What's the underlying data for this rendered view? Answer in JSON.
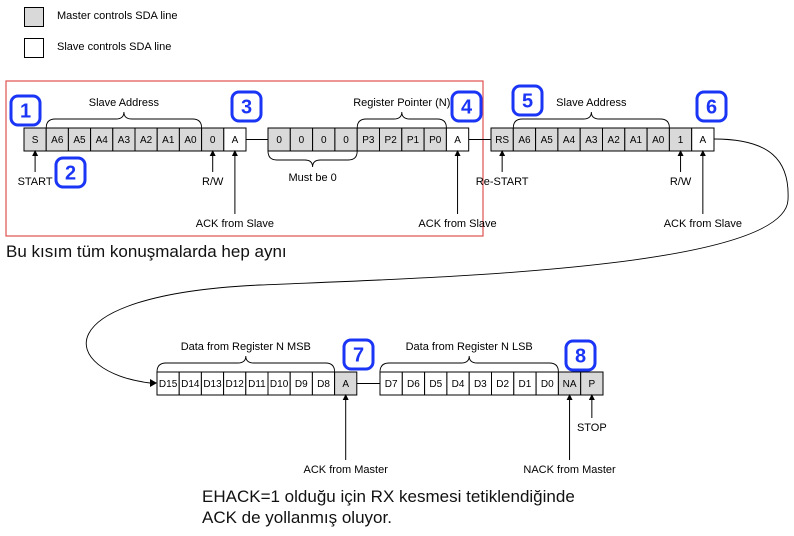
{
  "colors": {
    "master": "#d9d9d9",
    "slave": "#ffffff",
    "badge": "#1a35f5",
    "highlight_box": "#e05050"
  },
  "legend": [
    {
      "label": "Master controls SDA line",
      "controller": "master"
    },
    {
      "label": "Slave controls SDA line",
      "controller": "slave"
    }
  ],
  "rows": [
    {
      "groups": [
        {
          "cells": [
            {
              "text": "S",
              "controller": "master"
            },
            {
              "text": "A6",
              "controller": "master"
            },
            {
              "text": "A5",
              "controller": "master"
            },
            {
              "text": "A4",
              "controller": "master"
            },
            {
              "text": "A3",
              "controller": "master"
            },
            {
              "text": "A2",
              "controller": "master"
            },
            {
              "text": "A1",
              "controller": "master"
            },
            {
              "text": "A0",
              "controller": "master"
            },
            {
              "text": "0",
              "controller": "master"
            },
            {
              "text": "A",
              "controller": "slave"
            }
          ],
          "braces_above": [
            {
              "from": 1,
              "to": 7,
              "label": "Slave Address"
            }
          ],
          "braces_below": [],
          "pointers": [
            {
              "cell": 0,
              "label": "START",
              "depth": "short"
            },
            {
              "cell": 8,
              "label": "R/W",
              "depth": "short"
            },
            {
              "cell": 9,
              "label": "ACK from Slave",
              "depth": "long"
            }
          ]
        },
        {
          "cells": [
            {
              "text": "0",
              "controller": "master"
            },
            {
              "text": "0",
              "controller": "master"
            },
            {
              "text": "0",
              "controller": "master"
            },
            {
              "text": "0",
              "controller": "master"
            },
            {
              "text": "P3",
              "controller": "master"
            },
            {
              "text": "P2",
              "controller": "master"
            },
            {
              "text": "P1",
              "controller": "master"
            },
            {
              "text": "P0",
              "controller": "master"
            },
            {
              "text": "A",
              "controller": "slave"
            }
          ],
          "braces_above": [
            {
              "from": 4,
              "to": 7,
              "label": "Register Pointer (N)"
            }
          ],
          "braces_below": [
            {
              "from": 0,
              "to": 3,
              "label": "Must be 0"
            }
          ],
          "pointers": [
            {
              "cell": 8,
              "label": "ACK from Slave",
              "depth": "long"
            }
          ]
        },
        {
          "cells": [
            {
              "text": "RS",
              "controller": "master"
            },
            {
              "text": "A6",
              "controller": "master"
            },
            {
              "text": "A5",
              "controller": "master"
            },
            {
              "text": "A4",
              "controller": "master"
            },
            {
              "text": "A3",
              "controller": "master"
            },
            {
              "text": "A2",
              "controller": "master"
            },
            {
              "text": "A1",
              "controller": "master"
            },
            {
              "text": "A0",
              "controller": "master"
            },
            {
              "text": "1",
              "controller": "master"
            },
            {
              "text": "A",
              "controller": "slave"
            }
          ],
          "braces_above": [
            {
              "from": 1,
              "to": 7,
              "label": "Slave Address"
            }
          ],
          "braces_below": [],
          "pointers": [
            {
              "cell": 0,
              "label": "Re-START",
              "depth": "short"
            },
            {
              "cell": 8,
              "label": "R/W",
              "depth": "short"
            },
            {
              "cell": 9,
              "label": "ACK from Slave",
              "depth": "long"
            }
          ]
        }
      ]
    },
    {
      "groups": [
        {
          "cells": [
            {
              "text": "D15",
              "controller": "slave"
            },
            {
              "text": "D14",
              "controller": "slave"
            },
            {
              "text": "D13",
              "controller": "slave"
            },
            {
              "text": "D12",
              "controller": "slave"
            },
            {
              "text": "D11",
              "controller": "slave"
            },
            {
              "text": "D10",
              "controller": "slave"
            },
            {
              "text": "D9",
              "controller": "slave"
            },
            {
              "text": "D8",
              "controller": "slave"
            },
            {
              "text": "A",
              "controller": "master"
            }
          ],
          "braces_above": [
            {
              "from": 0,
              "to": 7,
              "label": "Data from Register N MSB"
            }
          ],
          "braces_below": [],
          "pointers": [
            {
              "cell": 8,
              "label": "ACK from Master",
              "depth": "long"
            }
          ]
        },
        {
          "cells": [
            {
              "text": "D7",
              "controller": "slave"
            },
            {
              "text": "D6",
              "controller": "slave"
            },
            {
              "text": "D5",
              "controller": "slave"
            },
            {
              "text": "D4",
              "controller": "slave"
            },
            {
              "text": "D3",
              "controller": "slave"
            },
            {
              "text": "D2",
              "controller": "slave"
            },
            {
              "text": "D1",
              "controller": "slave"
            },
            {
              "text": "D0",
              "controller": "slave"
            },
            {
              "text": "NA",
              "controller": "master"
            },
            {
              "text": "P",
              "controller": "master"
            }
          ],
          "braces_above": [
            {
              "from": 0,
              "to": 7,
              "label": "Data from Register N LSB"
            }
          ],
          "braces_below": [],
          "pointers": [
            {
              "cell": 8,
              "label": "NACK from Master",
              "depth": "long"
            },
            {
              "cell": 9,
              "label": "STOP",
              "depth": "short"
            }
          ]
        }
      ]
    }
  ],
  "badges": [
    "1",
    "2",
    "3",
    "4",
    "5",
    "6",
    "7",
    "8"
  ],
  "notes": {
    "same_part": "Bu kısım tüm konuşmalarda hep aynı",
    "ehack_line1": "EHACK=1 olduğu için RX kesmesi tetiklendiğinde",
    "ehack_line2": "ACK de yollanmış oluyor."
  }
}
